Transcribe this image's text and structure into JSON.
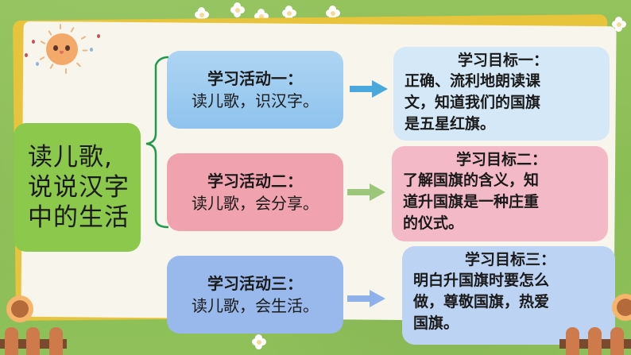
{
  "main_topic": {
    "lines": [
      "读儿歌,",
      "说说汉字",
      "中的生活"
    ]
  },
  "activities": [
    {
      "title": "学习活动一：",
      "text": "读儿歌，识汉字。",
      "color": "#9ccbf0"
    },
    {
      "title": "学习活动二：",
      "text": "读儿歌，会分享。",
      "color": "#f0a2ae"
    },
    {
      "title": "学习活动三：",
      "text": "读儿歌，会生活。",
      "color": "#99b9ec"
    }
  ],
  "arrows": [
    {
      "icon": "arrow-right-icon",
      "color": "#4aa8dc"
    },
    {
      "icon": "arrow-right-icon",
      "color": "#9cc77a"
    },
    {
      "icon": "arrow-right-icon",
      "color": "#8fb0e8"
    }
  ],
  "goals": [
    {
      "title": "学习目标一：",
      "lines": [
        "正确、流利地朗读课",
        "文，知道我们的国旗",
        "是五星红旗。"
      ],
      "color": "#d4e8f8"
    },
    {
      "title": "学习目标二：",
      "lines": [
        "了解国旗的含义，知",
        "道升国旗是一种庄重",
        "的仪式。"
      ],
      "color": "#f4b9c6"
    },
    {
      "title": "学习目标三：",
      "lines": [
        "明白升国旗时要怎么",
        "做，尊敬国旗，热爱",
        "国旗。"
      ],
      "color": "#bcd3f4"
    }
  ],
  "colors": {
    "background_grass": "#8fbf5a",
    "paper": "#f8f6ec",
    "paper_border": "#e7c43b",
    "main_box": "#8cc84b",
    "brace": "#1e9a4a"
  }
}
